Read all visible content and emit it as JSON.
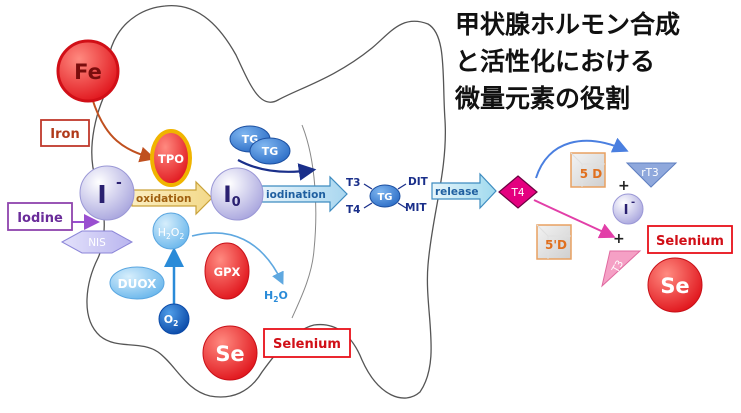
{
  "title": {
    "line1": "甲状腺ホルモン合成",
    "line2": "と活性化における",
    "line3": "微量元素の役割"
  },
  "elements": {
    "fe": "Fe",
    "iron": "Iron",
    "iodine": "Iodine",
    "iodide": "I",
    "iodide_charge": "-",
    "nis": "NIS",
    "tpo": "TPO",
    "oxidation": "oxidation",
    "h2o2": "H",
    "h2o2_sub1": "2",
    "h2o2_mid": "O",
    "h2o2_sub2": "2",
    "duox": "DUOX",
    "o2": "O",
    "o2_sub": "2",
    "gpx": "GPX",
    "h2o": "H",
    "h2o_sub": "2",
    "h2o_end": "O",
    "i0": "I",
    "i0_sub": "0",
    "tg_top1": "TG",
    "tg_top2": "TG",
    "iodination": "iodination",
    "t3_left": "T3",
    "t4_left": "T4",
    "tg_mid": "TG",
    "dit": "DIT",
    "mit": "MIT",
    "release": "release",
    "t4": "T4",
    "d5": "5 D",
    "rt3": "rT3",
    "plus1": "+",
    "iodide_right": "I",
    "iodide_right_charge": "-",
    "plus2": "+",
    "d5prime": "5'D",
    "t3_right": "T3",
    "selenium_right": "Selenium",
    "se_right": "Se",
    "se_bottom": "Se",
    "selenium_bottom": "Selenium"
  },
  "colors": {
    "iron": "#c0392b",
    "iodine": "#8e44ad",
    "selenium": "#e8101a",
    "tpo_ring": "#f0b400",
    "arrow_blue": "#1a3a9c",
    "t4_box": "#e4007f"
  }
}
